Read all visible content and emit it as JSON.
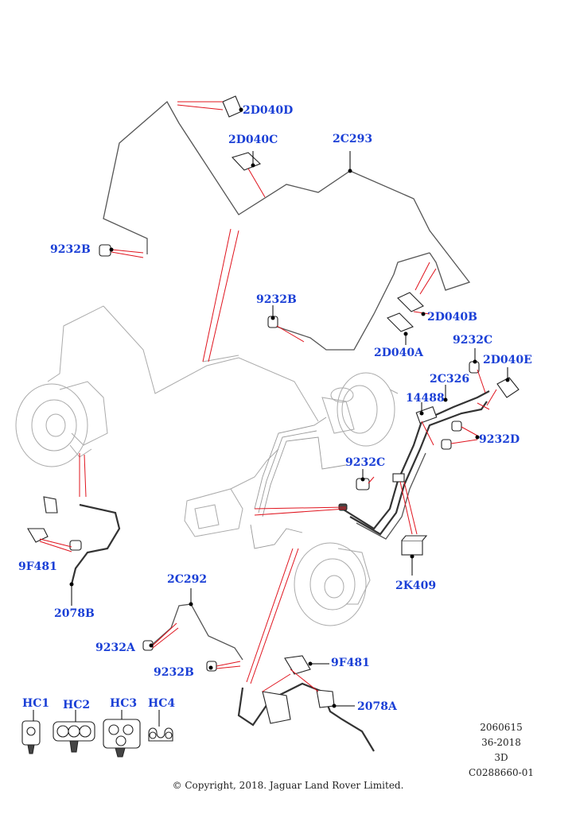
{
  "labels": {
    "l_2d040d": "2D040D",
    "l_2d040c": "2D040C",
    "l_2c293": "2C293",
    "l_9232b_1": "9232B",
    "l_9232b_2": "9232B",
    "l_2d040b": "2D040B",
    "l_2d040a": "2D040A",
    "l_9232c_1": "9232C",
    "l_2d040e": "2D040E",
    "l_2c326": "2C326",
    "l_14488": "14488",
    "l_9232d": "9232D",
    "l_9232c_2": "9232C",
    "l_9f481_1": "9F481",
    "l_2078b": "2078B",
    "l_2k409": "2K409",
    "l_2c292": "2C292",
    "l_9232a": "9232A",
    "l_9232b_3": "9232B",
    "l_9f481_2": "9F481",
    "l_2078a": "2078A",
    "l_hc1": "HC1",
    "l_hc2": "HC2",
    "l_hc3": "HC3",
    "l_hc4": "HC4"
  },
  "meta": {
    "code1": "2060615",
    "code2": "36-2018",
    "code3": "3D",
    "code4": "C0288660-01"
  },
  "copyright": "© Copyright, 2018. Jaguar Land Rover Limited.",
  "colors": {
    "label": "#1a3fd6",
    "leader": "#e0141e",
    "line": "#555555"
  }
}
